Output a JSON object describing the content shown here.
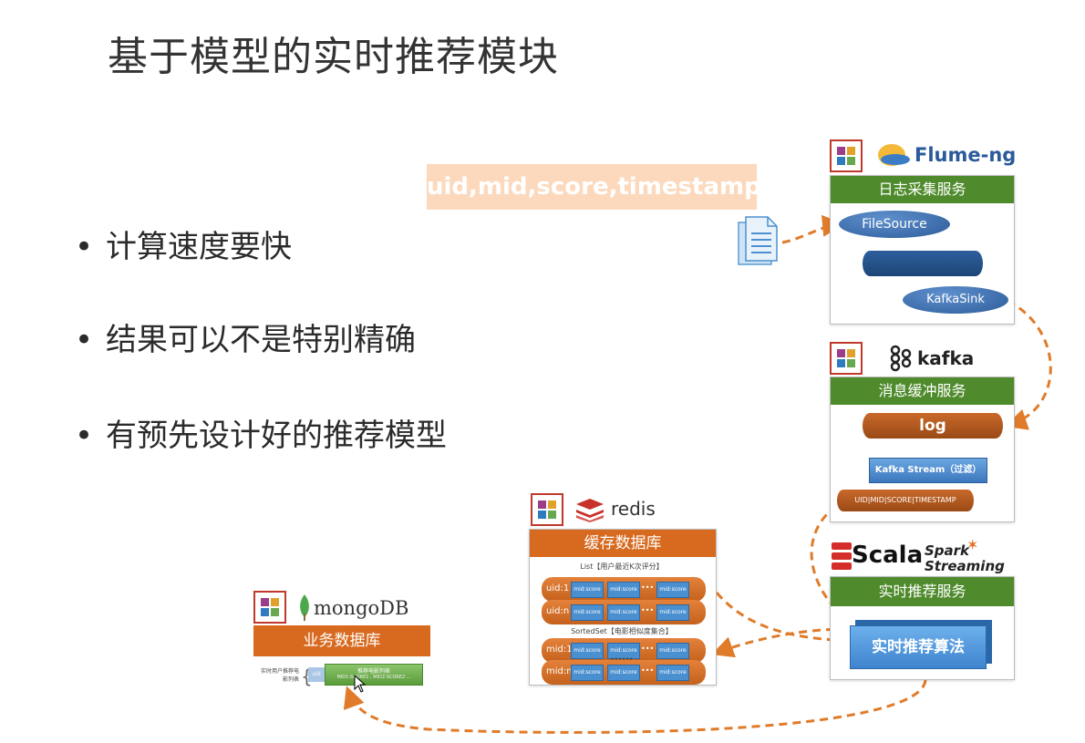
{
  "title": "基于模型的实时推荐模块",
  "bullets": [
    "计算速度要快",
    "结果可以不是特别精确",
    "有预先设计好的推荐模型"
  ],
  "record_format": "uid,mid,score,timestamp",
  "flume": {
    "brand": "Flume-ng",
    "header": "日志采集服务",
    "source": "FileSource",
    "sink": "KafkaSink"
  },
  "kafka": {
    "brand": "kafka",
    "header": "消息缓冲服务",
    "log": "log",
    "stream": "Kafka Stream（过滤）",
    "output": "UID|MID|SCORE|TIMESTAMP"
  },
  "spark": {
    "brand_scala": "Scala",
    "brand_spark": "Spark",
    "brand_streaming": "Streaming",
    "header": "实时推荐服务",
    "algo": "实时推荐算法"
  },
  "redis": {
    "brand": "redis",
    "header": "缓存数据库",
    "list_label": "List【用户最近K次评分】",
    "sortedset_label": "SortedSet【电影相似度集合】",
    "rows": [
      "uid:1",
      "uid:n",
      "mid:1",
      "mid:n"
    ],
    "cell": "mid:score",
    "ellipsis": "•••",
    "dots": "••••••"
  },
  "mongo": {
    "brand": "mongoDB",
    "header": "业务数据库",
    "side_label": "实时用户推荐电影列表",
    "uid_label": "uid",
    "rec_label": "推荐电影列表",
    "rec_values": "MID1:SCORE1 , MID2:SCORE2 ..."
  },
  "colors": {
    "green": "#4f8b2c",
    "orange": "#d76a1f",
    "blue": "#3a6eb0",
    "arrow": "#e07b2a"
  }
}
